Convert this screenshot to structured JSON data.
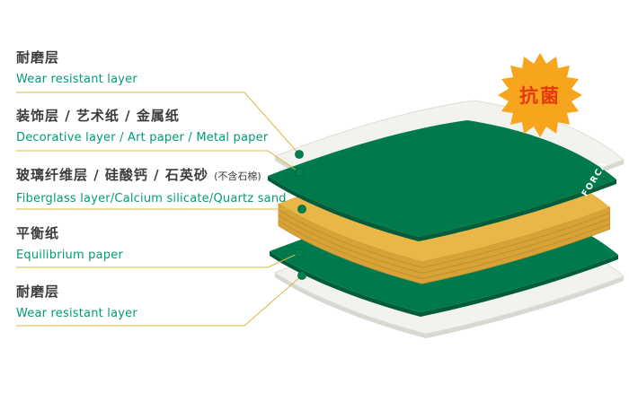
{
  "labels": [
    {
      "zh": "耐磨层",
      "en": "Wear resistant layer"
    },
    {
      "zh": "装饰层 / 艺术纸 / 金属纸",
      "en": "Decorative layer / Art paper / Metal paper"
    },
    {
      "zh": "玻璃纤维层 / 硅酸钙 / 石英砂",
      "zh_note": "(不含石棉)",
      "en": "Fiberglass layer/Calcium silicate/Quartz sand"
    },
    {
      "zh": "平衡纸",
      "en": "Equilibrium paper"
    },
    {
      "zh": "耐磨层",
      "en": "Wear resistant layer"
    }
  ],
  "badge": {
    "text": "抗菌",
    "bg_color": "#F7A51D",
    "text_color": "#E8380D"
  },
  "brand": {
    "text": "FORCA",
    "color": "#FFFFFF"
  },
  "layers": [
    {
      "name": "wear-resistant-layer-top",
      "color": "#F2F2EE"
    },
    {
      "name": "decorative-layer",
      "color": "#007A4C"
    },
    {
      "name": "fiberglass-core-layer",
      "color": "#E8B747"
    },
    {
      "name": "equilibrium-paper-layer",
      "color": "#007A4C"
    },
    {
      "name": "wear-resistant-layer-bottom",
      "color": "#F2F2EE"
    }
  ],
  "colors": {
    "label_zh": "#3C3C3C",
    "label_en": "#009B77",
    "leader_line": "#D9B93E",
    "dot": "#00814F",
    "layer_green": "#007A4C",
    "layer_green_edge": "#005C3A",
    "layer_core_top": "#E8B747",
    "layer_core_side": "#D7A338",
    "layer_core_stripe": "#C08E2B",
    "layer_white": "#F2F2EE",
    "layer_white_edge": "#D8D8D1"
  }
}
